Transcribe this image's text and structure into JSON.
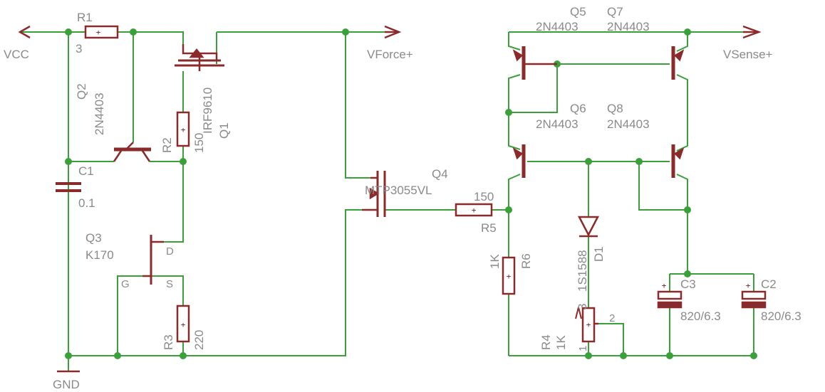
{
  "colors": {
    "wire": "#3aa03a",
    "part": "#8b2a2a",
    "text": "#8a8a8a",
    "background": "#ffffff"
  },
  "nets": {
    "vcc": "VCC",
    "gnd": "GND",
    "vforce": "VForce+",
    "vsense": "VSense+"
  },
  "components": {
    "r1": {
      "name": "R1",
      "value": "3"
    },
    "r2": {
      "name": "R2",
      "value": "150"
    },
    "r3": {
      "name": "R3",
      "value": "220"
    },
    "r4": {
      "name": "R4",
      "value": "1K",
      "pin1": "1",
      "pin2": "2"
    },
    "r5": {
      "name": "R5",
      "value": "150"
    },
    "r6": {
      "name": "R6",
      "value": "1K"
    },
    "c1": {
      "name": "C1",
      "value": "0.1"
    },
    "c2": {
      "name": "C2",
      "value": "820/6.3"
    },
    "c3": {
      "name": "C3",
      "value": "820/6.3"
    },
    "q1": {
      "name": "Q1",
      "value": "IRF9610"
    },
    "q2": {
      "name": "Q2",
      "value": "2N4403"
    },
    "q3": {
      "name": "Q3",
      "value": "K170",
      "pin_d": "D",
      "pin_g": "G",
      "pin_s": "S"
    },
    "q4": {
      "name": "Q4",
      "value": "MTP3055VL"
    },
    "q5": {
      "name": "Q5",
      "value": "2N4403"
    },
    "q6": {
      "name": "Q6",
      "value": "2N4403"
    },
    "q7": {
      "name": "Q7",
      "value": "2N4403"
    },
    "q8": {
      "name": "Q8",
      "value": "2N4403"
    },
    "d1": {
      "name": "D1",
      "value": "1S1588",
      "prefix": "3"
    }
  }
}
